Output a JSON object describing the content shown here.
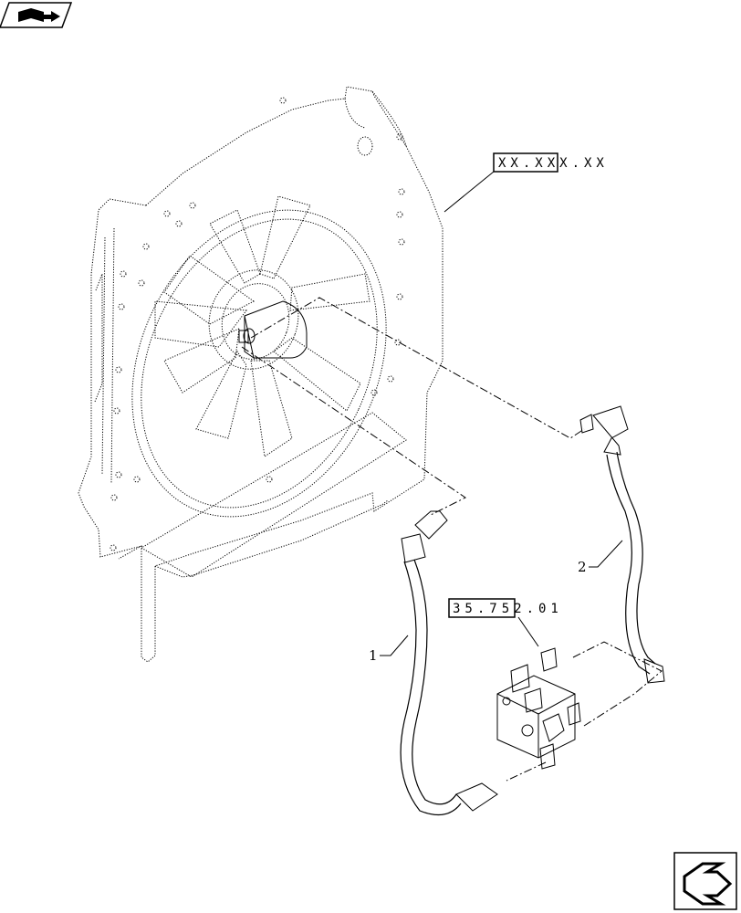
{
  "references": {
    "top": "XX.XXX.XX",
    "middle": "35.752.01"
  },
  "callouts": {
    "item_1": "1",
    "item_2": "2"
  },
  "icons": {
    "top_left": "book-arrow-icon",
    "bottom_right": "next-page-arrow-icon"
  }
}
